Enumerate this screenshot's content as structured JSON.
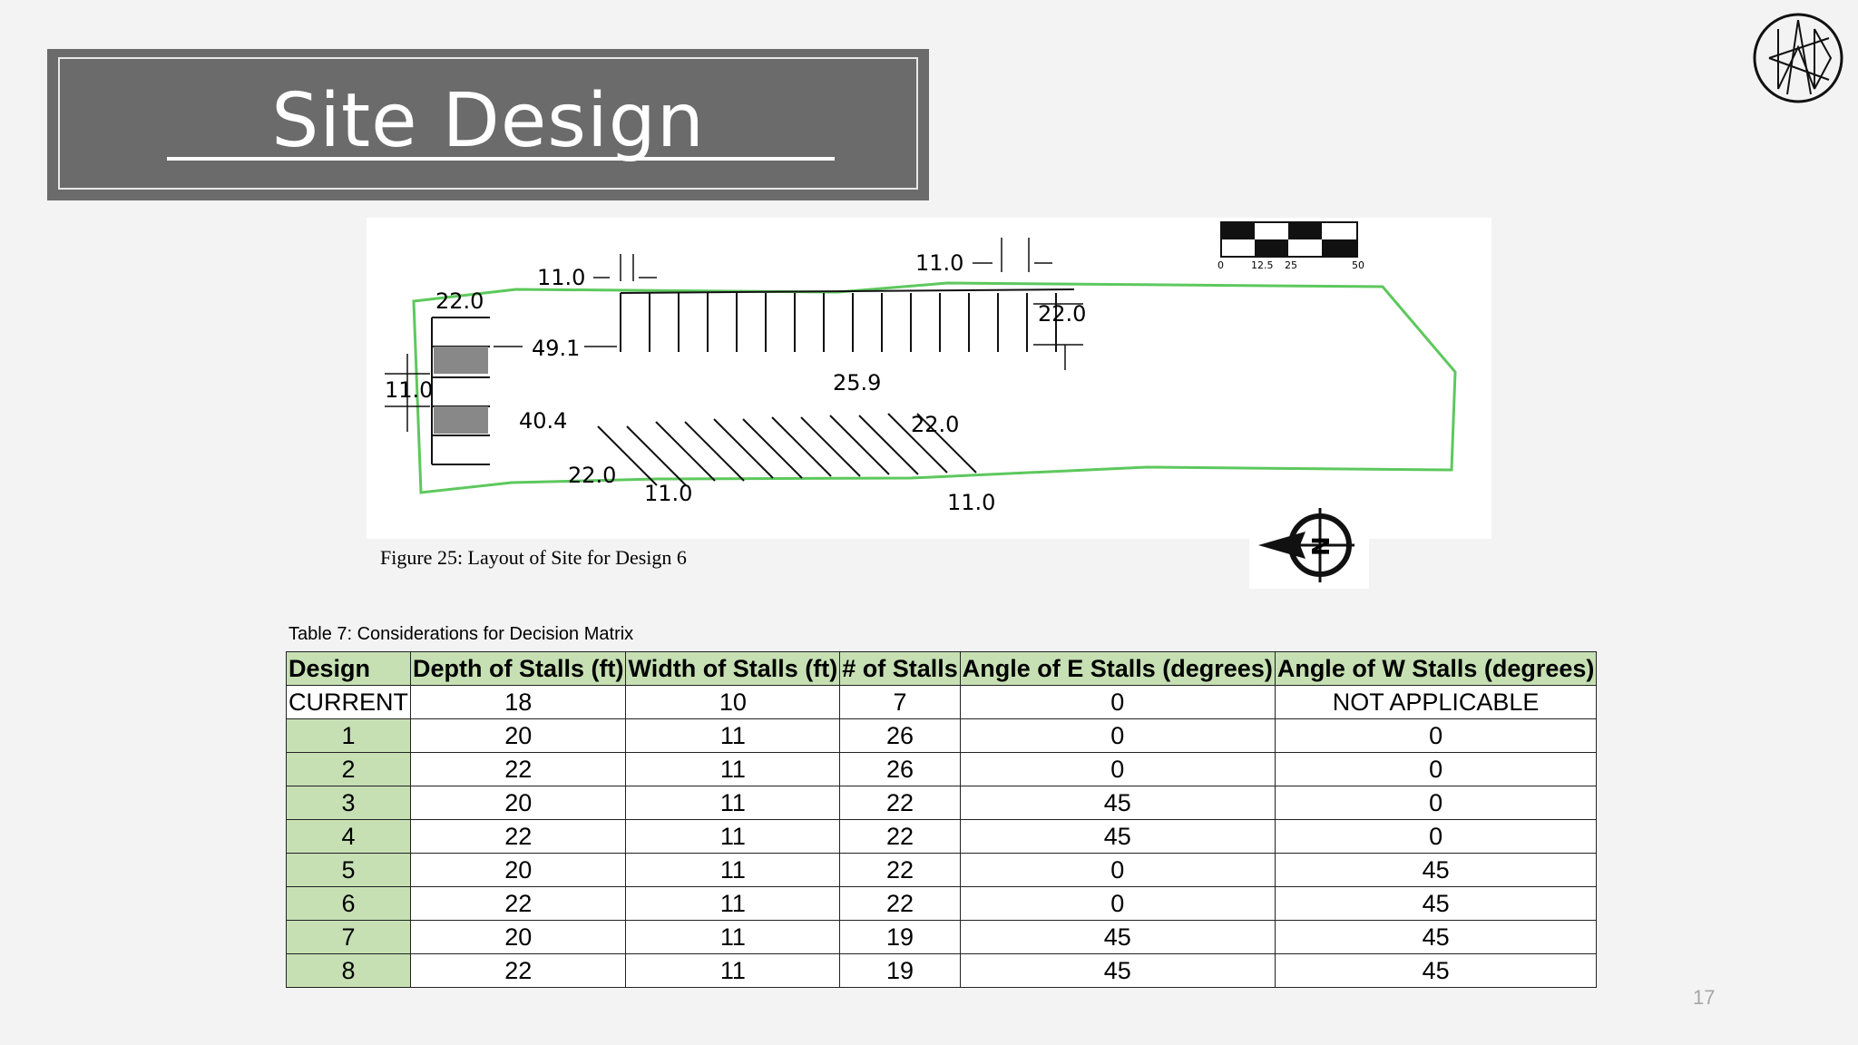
{
  "slide": {
    "title": "Site Design",
    "page_number": "17"
  },
  "figure": {
    "caption": "Figure 25: Layout of Site for Design 6",
    "dimensions": [
      "11.0",
      "11.0",
      "22.0",
      "22.0",
      "49.1",
      "11.0",
      "25.9",
      "40.4",
      "22.0",
      "22.0",
      "11.0",
      "11.0"
    ],
    "scale_labels": [
      "0",
      "12.5",
      "25",
      "50"
    ],
    "compass_label": "N"
  },
  "table": {
    "caption": "Table 7: Considerations for Decision Matrix",
    "headers": [
      "Design",
      "Depth of Stalls (ft)",
      "Width of Stalls (ft)",
      "# of Stalls",
      "Angle of E Stalls (degrees)",
      "Angle of W Stalls (degrees)"
    ],
    "rows": [
      [
        "CURRENT",
        "18",
        "10",
        "7",
        "0",
        "NOT APPLICABLE"
      ],
      [
        "1",
        "20",
        "11",
        "26",
        "0",
        "0"
      ],
      [
        "2",
        "22",
        "11",
        "26",
        "0",
        "0"
      ],
      [
        "3",
        "20",
        "11",
        "22",
        "45",
        "0"
      ],
      [
        "4",
        "22",
        "11",
        "22",
        "45",
        "0"
      ],
      [
        "5",
        "20",
        "11",
        "22",
        "0",
        "45"
      ],
      [
        "6",
        "22",
        "11",
        "22",
        "0",
        "45"
      ],
      [
        "7",
        "20",
        "11",
        "19",
        "45",
        "45"
      ],
      [
        "8",
        "22",
        "11",
        "19",
        "45",
        "45"
      ]
    ]
  },
  "colors": {
    "title_bg": "#6b6b6b",
    "table_header_bg": "#c6e0b4",
    "site_boundary": "#5dc85d"
  }
}
